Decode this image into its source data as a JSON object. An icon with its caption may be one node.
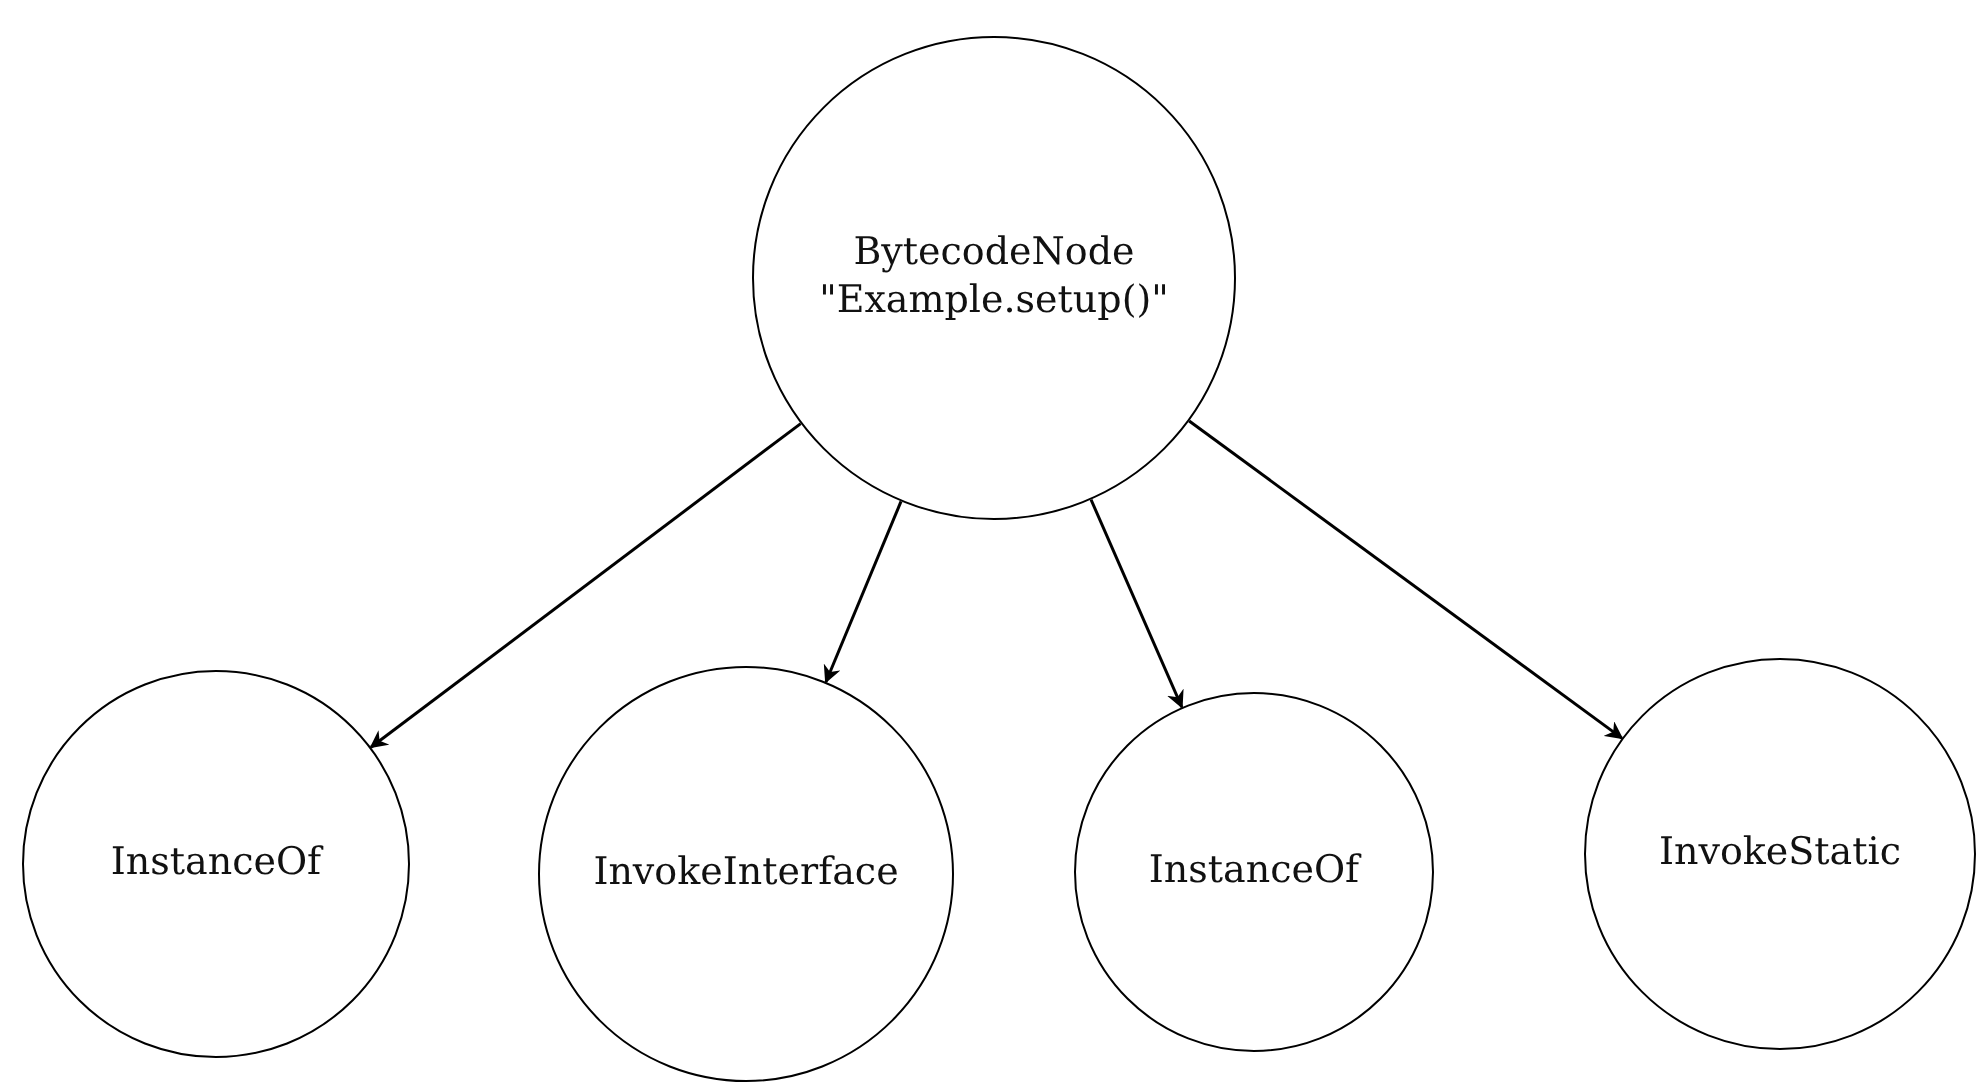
{
  "diagram": {
    "nodes": [
      {
        "text": [
          "BytecodeNode",
          "\"Example.setup()\""
        ]
      },
      {
        "text": [
          "InstanceOf"
        ]
      },
      {
        "text": [
          "InvokeInterface"
        ]
      },
      {
        "text": [
          "InstanceOf"
        ]
      },
      {
        "text": [
          "InvokeStatic"
        ]
      }
    ],
    "edges": [
      {
        "from": 0,
        "to": 1,
        "arrow": "to"
      },
      {
        "from": 0,
        "to": 2,
        "arrow": "to"
      },
      {
        "from": 0,
        "to": 3,
        "arrow": "to"
      },
      {
        "from": 0,
        "to": 4,
        "arrow": "to"
      }
    ]
  }
}
